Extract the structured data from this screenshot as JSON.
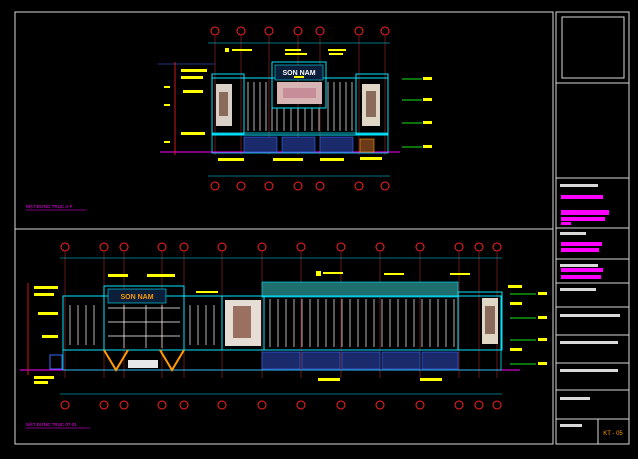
{
  "colors": {
    "background": "#000000",
    "frame": "#d9d9d9",
    "cyan": "#00e5ff",
    "magenta": "#ff00ff",
    "red": "#ff2020",
    "yellow": "#ffff00",
    "green": "#19e619",
    "orange": "#ff9a00",
    "blue": "#3a6bff",
    "teal": "#1f8f8f",
    "white": "#ffffff"
  },
  "elevation_top": {
    "sign_text": "SON NAM",
    "caption": "MẶT ĐỨNG TRỤC A-F"
  },
  "elevation_bottom": {
    "sign_text": "SON NAM",
    "caption": "MẶT ĐỨNG TRỤC 07-01"
  },
  "title_block": {
    "sheet_number": "KT - 05"
  },
  "icons": {
    "axis_marker": "grid-axis-bubble-icon",
    "level_marker": "level-flag-icon"
  }
}
